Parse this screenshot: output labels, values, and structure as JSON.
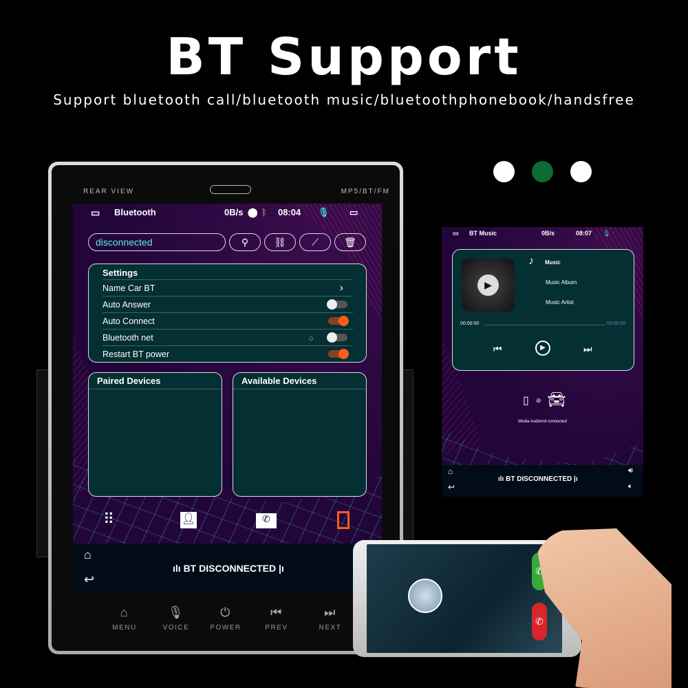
{
  "header": {
    "title": "BT Support",
    "subtitle": "Support bluetooth call/bluetooth music/bluetoothphonebook/handsfree"
  },
  "color_options": [
    "#ffffff",
    "#0a6b35",
    "#ffffff"
  ],
  "head_unit": {
    "labels": {
      "left": "REAR  VIEW",
      "right": "MP5/BT/FM"
    },
    "status": {
      "app": "Bluetooth",
      "speed": "0B/s",
      "time": "08:04"
    },
    "search": {
      "value": "disconnected"
    },
    "settings": {
      "title": "Settings",
      "rows": [
        {
          "label": "Name  Car BT",
          "type": "chevron"
        },
        {
          "label": "Auto Answer",
          "type": "toggle",
          "on": false
        },
        {
          "label": "Auto Connect",
          "type": "toggle",
          "on": true
        },
        {
          "label": "Bluetooth net",
          "type": "toggle",
          "on": false
        },
        {
          "label": "Restart BT power",
          "type": "toggle",
          "on": true
        }
      ]
    },
    "paired_title": "Paired Devices",
    "available_title": "Available Devices",
    "bottom_status": "BT DISCONNECTED",
    "buttons": [
      "MENU",
      "VOICE",
      "POWER",
      "PREV",
      "NEXT"
    ],
    "accent": "#ff5a1f"
  },
  "music_screen": {
    "status": {
      "app": "BT Music",
      "speed": "0B/s",
      "time": "08:07"
    },
    "title": "Music",
    "album": "Music Album",
    "artist": "Music Artist",
    "time_start": "00:00:00",
    "time_end": "00:00:00",
    "connection_text": "Media Audionot connected",
    "bottom_status": "BT DISCONNECTED"
  }
}
